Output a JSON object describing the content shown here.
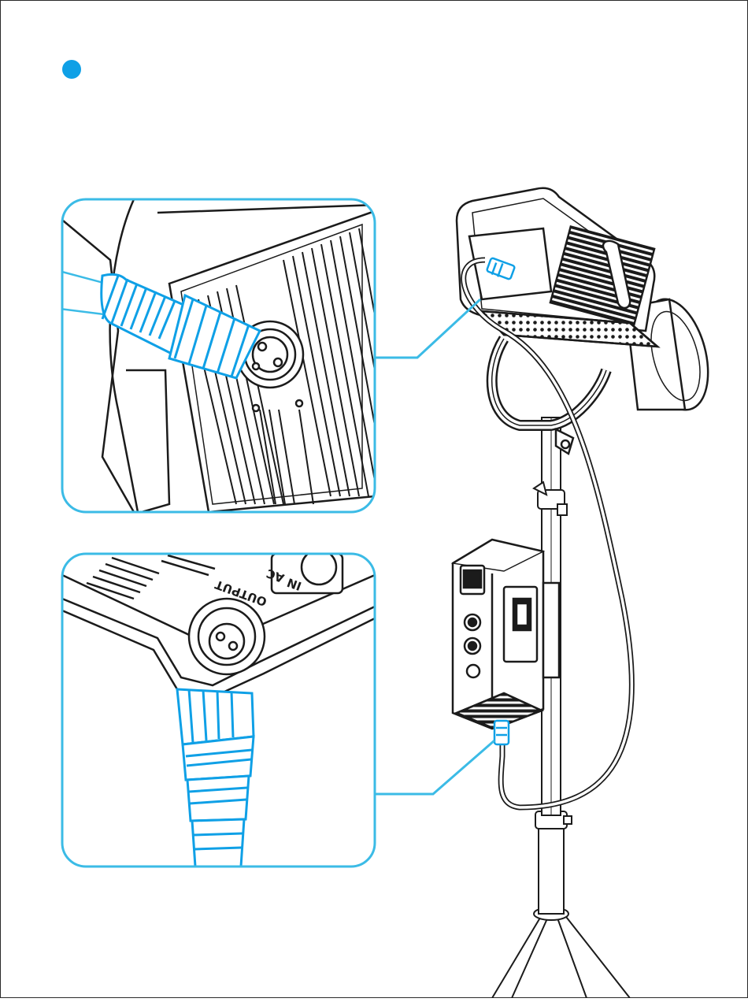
{
  "step": {
    "marker_icon": "blue-step-dot",
    "accent_color": "#0fa0e6"
  },
  "diagram": {
    "callout_color": "#3bbbe6",
    "line_color": "#1b1b1b",
    "top_callout": {
      "subject": "light-head-power-input-socket",
      "icon": "cable-plug-icon"
    },
    "bottom_callout": {
      "subject": "control-box-output-socket",
      "panel_labels": {
        "output": "OUTPUT",
        "ac": "AC",
        "in": "IN"
      }
    }
  }
}
